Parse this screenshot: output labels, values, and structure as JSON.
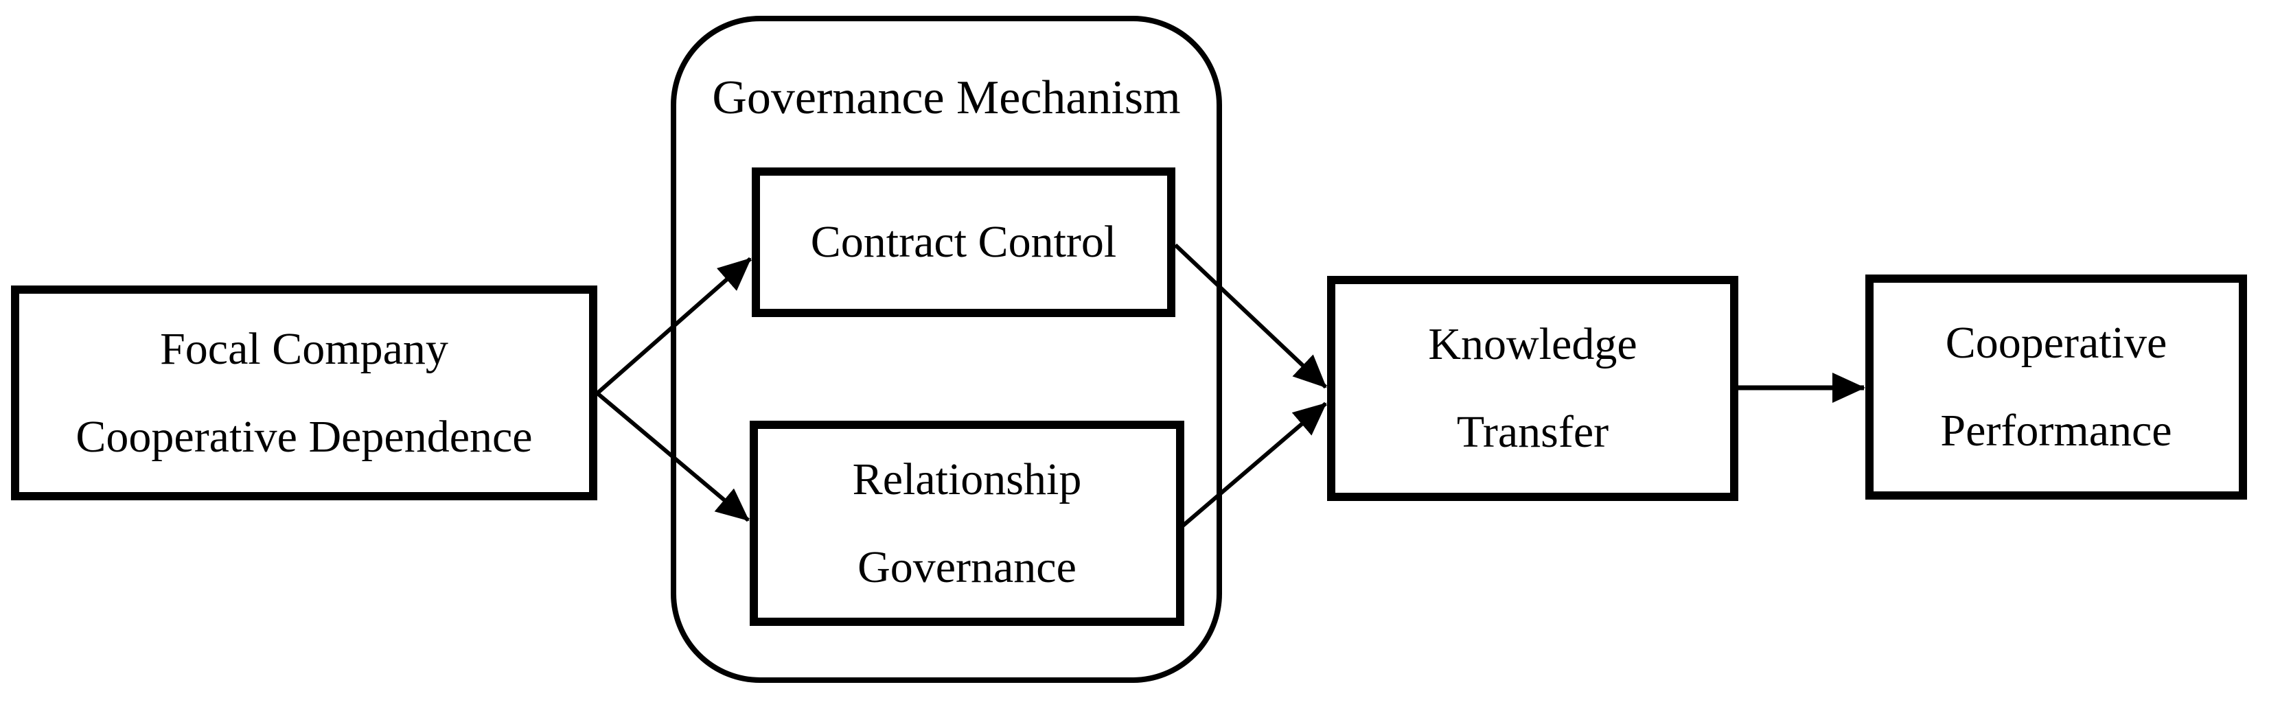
{
  "diagram": {
    "type": "flow-diagram",
    "background_color": "#ffffff",
    "stroke_color": "#000000",
    "nodes": {
      "focal": {
        "lines": [
          "Focal Company",
          "Cooperative Dependence"
        ]
      },
      "governance_group": {
        "label": "Governance Mechanism"
      },
      "contract": {
        "label": "Contract Control"
      },
      "relationship": {
        "lines": [
          "Relationship",
          "Governance"
        ]
      },
      "knowledge": {
        "lines": [
          "Knowledge",
          "Transfer"
        ]
      },
      "performance": {
        "lines": [
          "Cooperative",
          "Performance"
        ]
      }
    },
    "edges": [
      {
        "from": "focal",
        "to": "contract"
      },
      {
        "from": "focal",
        "to": "relationship"
      },
      {
        "from": "contract",
        "to": "knowledge"
      },
      {
        "from": "relationship",
        "to": "knowledge"
      },
      {
        "from": "knowledge",
        "to": "performance"
      }
    ]
  }
}
